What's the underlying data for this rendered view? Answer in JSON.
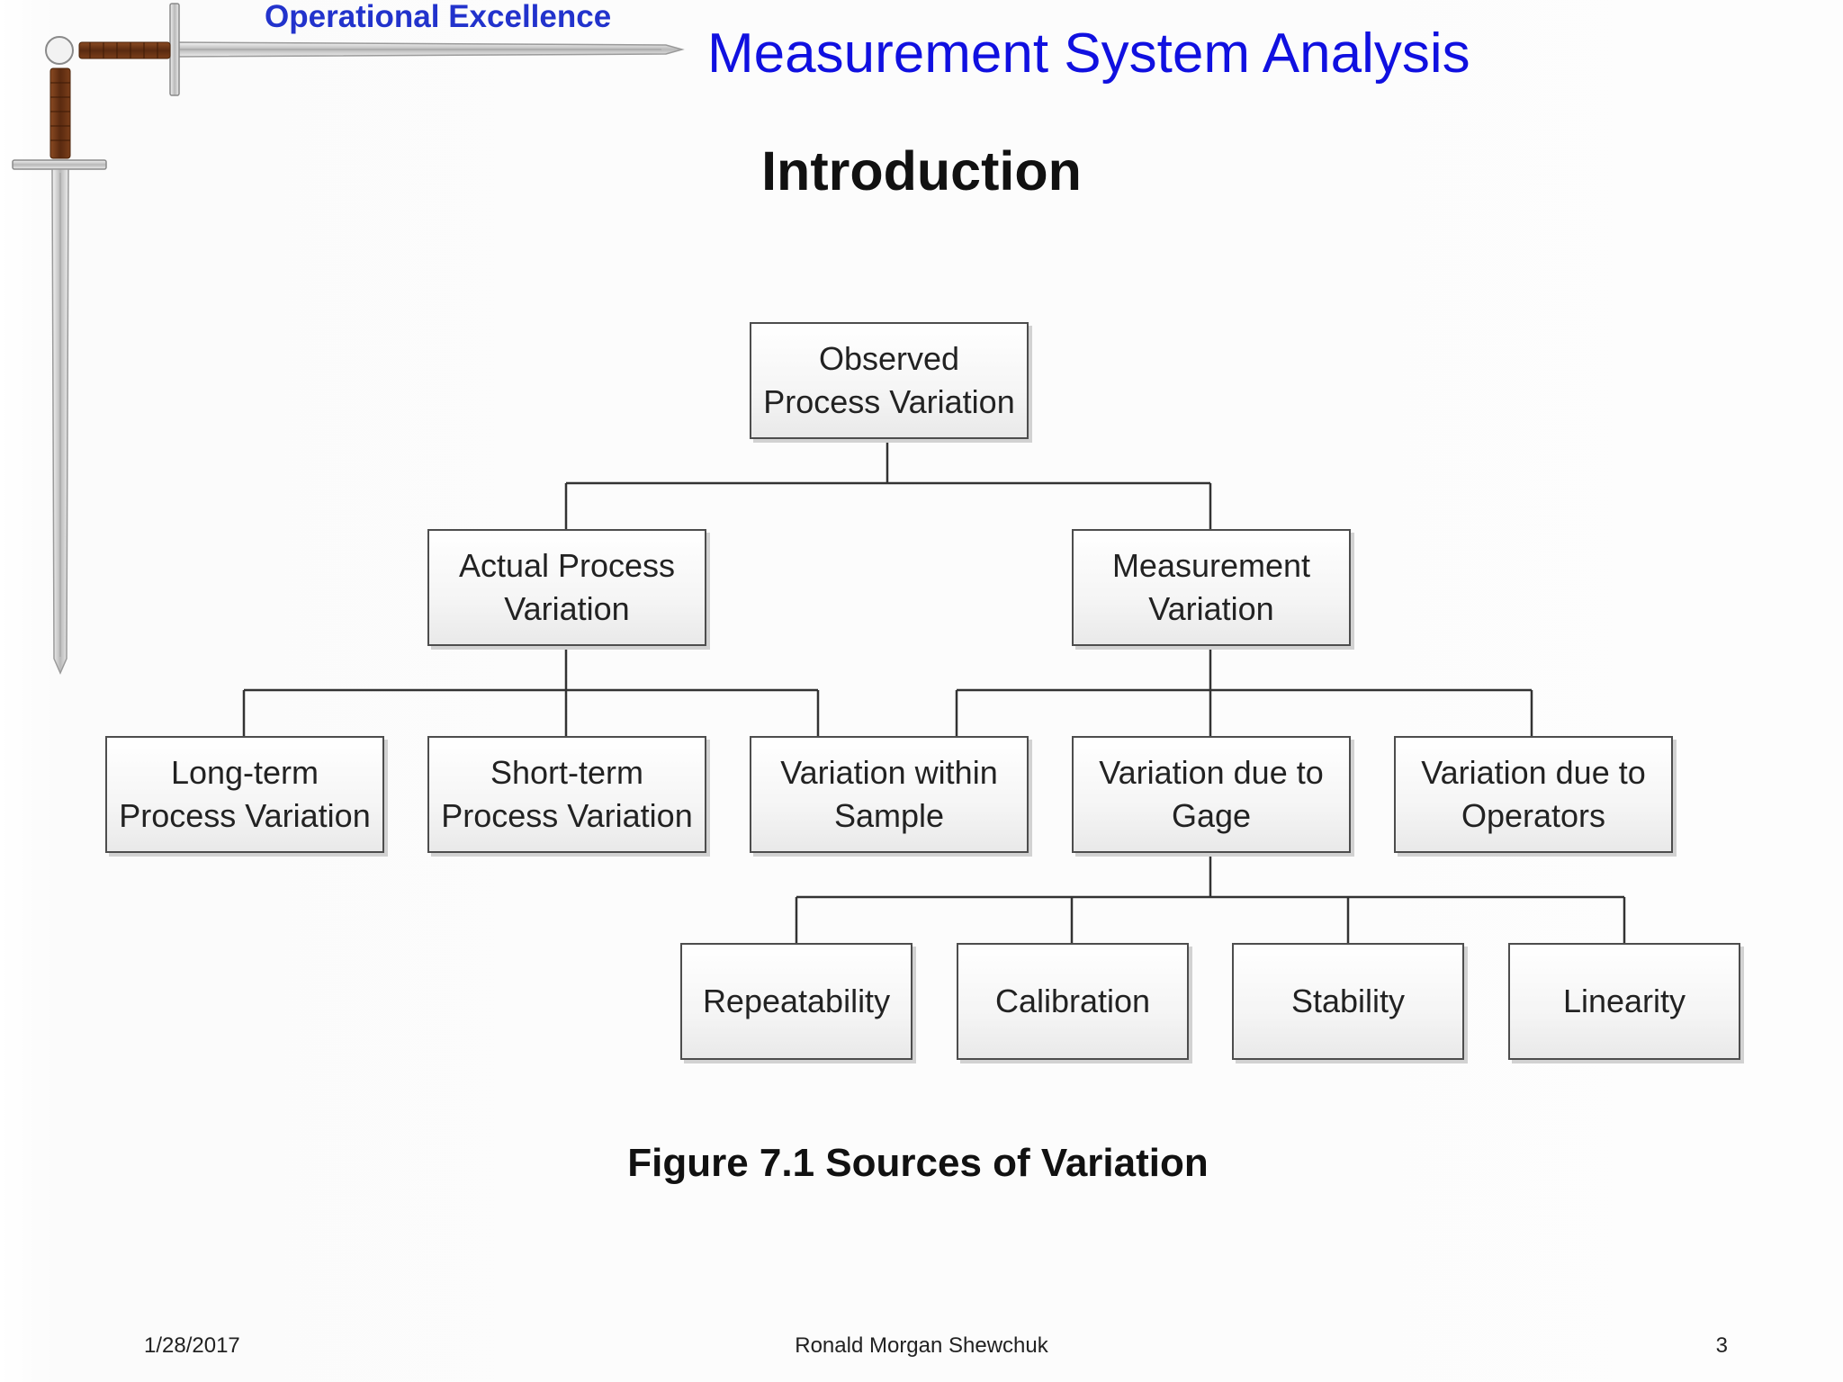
{
  "header": {
    "brand": "Operational Excellence",
    "title": "Measurement System Analysis"
  },
  "section_title": "Introduction",
  "diagram": {
    "root": {
      "label": "Observed Process Variation"
    },
    "level1": [
      {
        "label": "Actual Process Variation"
      },
      {
        "label": "Measurement Variation"
      }
    ],
    "level2": [
      {
        "label": "Long-term Process Variation"
      },
      {
        "label": "Short-term Process Variation"
      },
      {
        "label": "Variation within Sample"
      },
      {
        "label": "Variation due to Gage"
      },
      {
        "label": "Variation due to Operators"
      }
    ],
    "level3": [
      {
        "label": "Repeatability"
      },
      {
        "label": "Calibration"
      },
      {
        "label": "Stability"
      },
      {
        "label": "Linearity"
      }
    ]
  },
  "caption": "Figure 7.1  Sources of Variation",
  "footer": {
    "date": "1/28/2017",
    "author": "Ronald Morgan Shewchuk",
    "page": "3"
  },
  "colors": {
    "brand": "#2233cc",
    "title": "#1010e0",
    "box_border": "#4d4d4d",
    "connector": "#333333"
  }
}
